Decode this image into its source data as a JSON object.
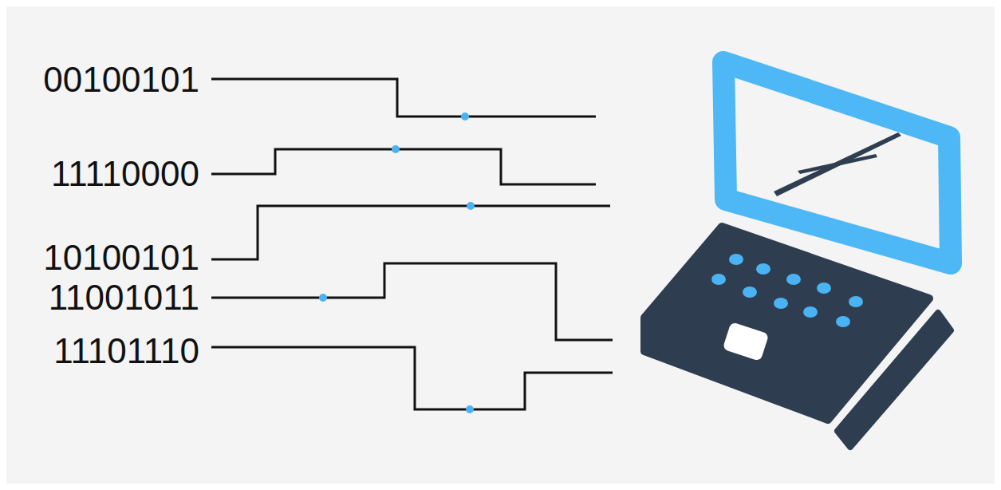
{
  "diagram": {
    "labels": [
      "00100101",
      "11110000",
      "10100101",
      "11001011",
      "11101110"
    ]
  }
}
